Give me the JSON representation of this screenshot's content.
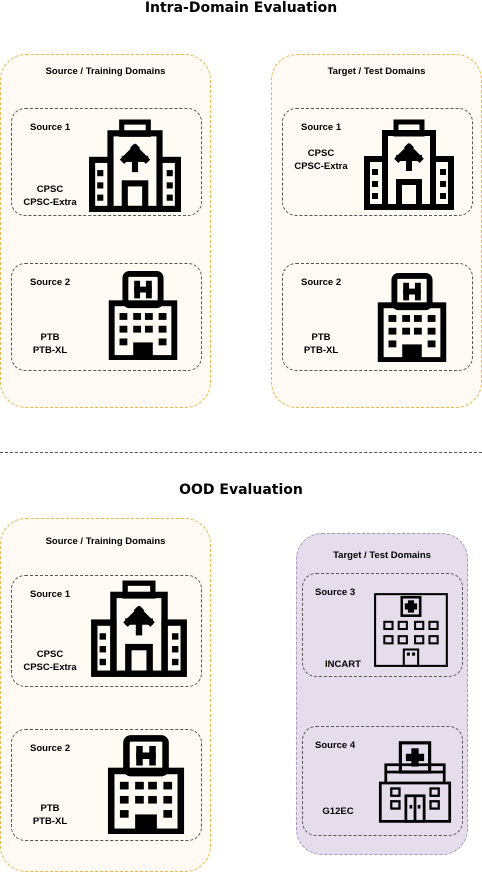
{
  "intra": {
    "title": "Intra-Domain Evaluation",
    "source_group": {
      "label": "Source / Training Domains",
      "panels": [
        {
          "title": "Source 1",
          "names": [
            "CPSC",
            "CPSC-Extra"
          ],
          "icon": "hospital-cross-icon"
        },
        {
          "title": "Source 2",
          "names": [
            "PTB",
            "PTB-XL"
          ],
          "icon": "hospital-h-icon"
        }
      ]
    },
    "target_group": {
      "label": "Target / Test Domains",
      "panels": [
        {
          "title": "Source 1",
          "names": [
            "CPSC",
            "CPSC-Extra"
          ],
          "icon": "hospital-cross-icon"
        },
        {
          "title": "Source 2",
          "names": [
            "PTB",
            "PTB-XL"
          ],
          "icon": "hospital-h-icon"
        }
      ]
    }
  },
  "ood": {
    "title": "OOD Evaluation",
    "source_group": {
      "label": "Source / Training Domains",
      "panels": [
        {
          "title": "Source 1",
          "names": [
            "CPSC",
            "CPSC-Extra"
          ],
          "icon": "hospital-cross-icon"
        },
        {
          "title": "Source 2",
          "names": [
            "PTB",
            "PTB-XL"
          ],
          "icon": "hospital-h-icon"
        }
      ]
    },
    "target_group": {
      "label": "Target / Test Domains",
      "panels": [
        {
          "title": "Source 3",
          "names": [
            "INCART"
          ],
          "icon": "hospital-outline-icon"
        },
        {
          "title": "Source 4",
          "names": [
            "G12EC"
          ],
          "icon": "hospital-outline-cross-icon"
        }
      ]
    }
  },
  "colors": {
    "source_bg": "#fffaf3",
    "source_border": "#e8b84a",
    "ood_target_bg": "#e5dcec",
    "ood_target_border": "#a899bd"
  }
}
